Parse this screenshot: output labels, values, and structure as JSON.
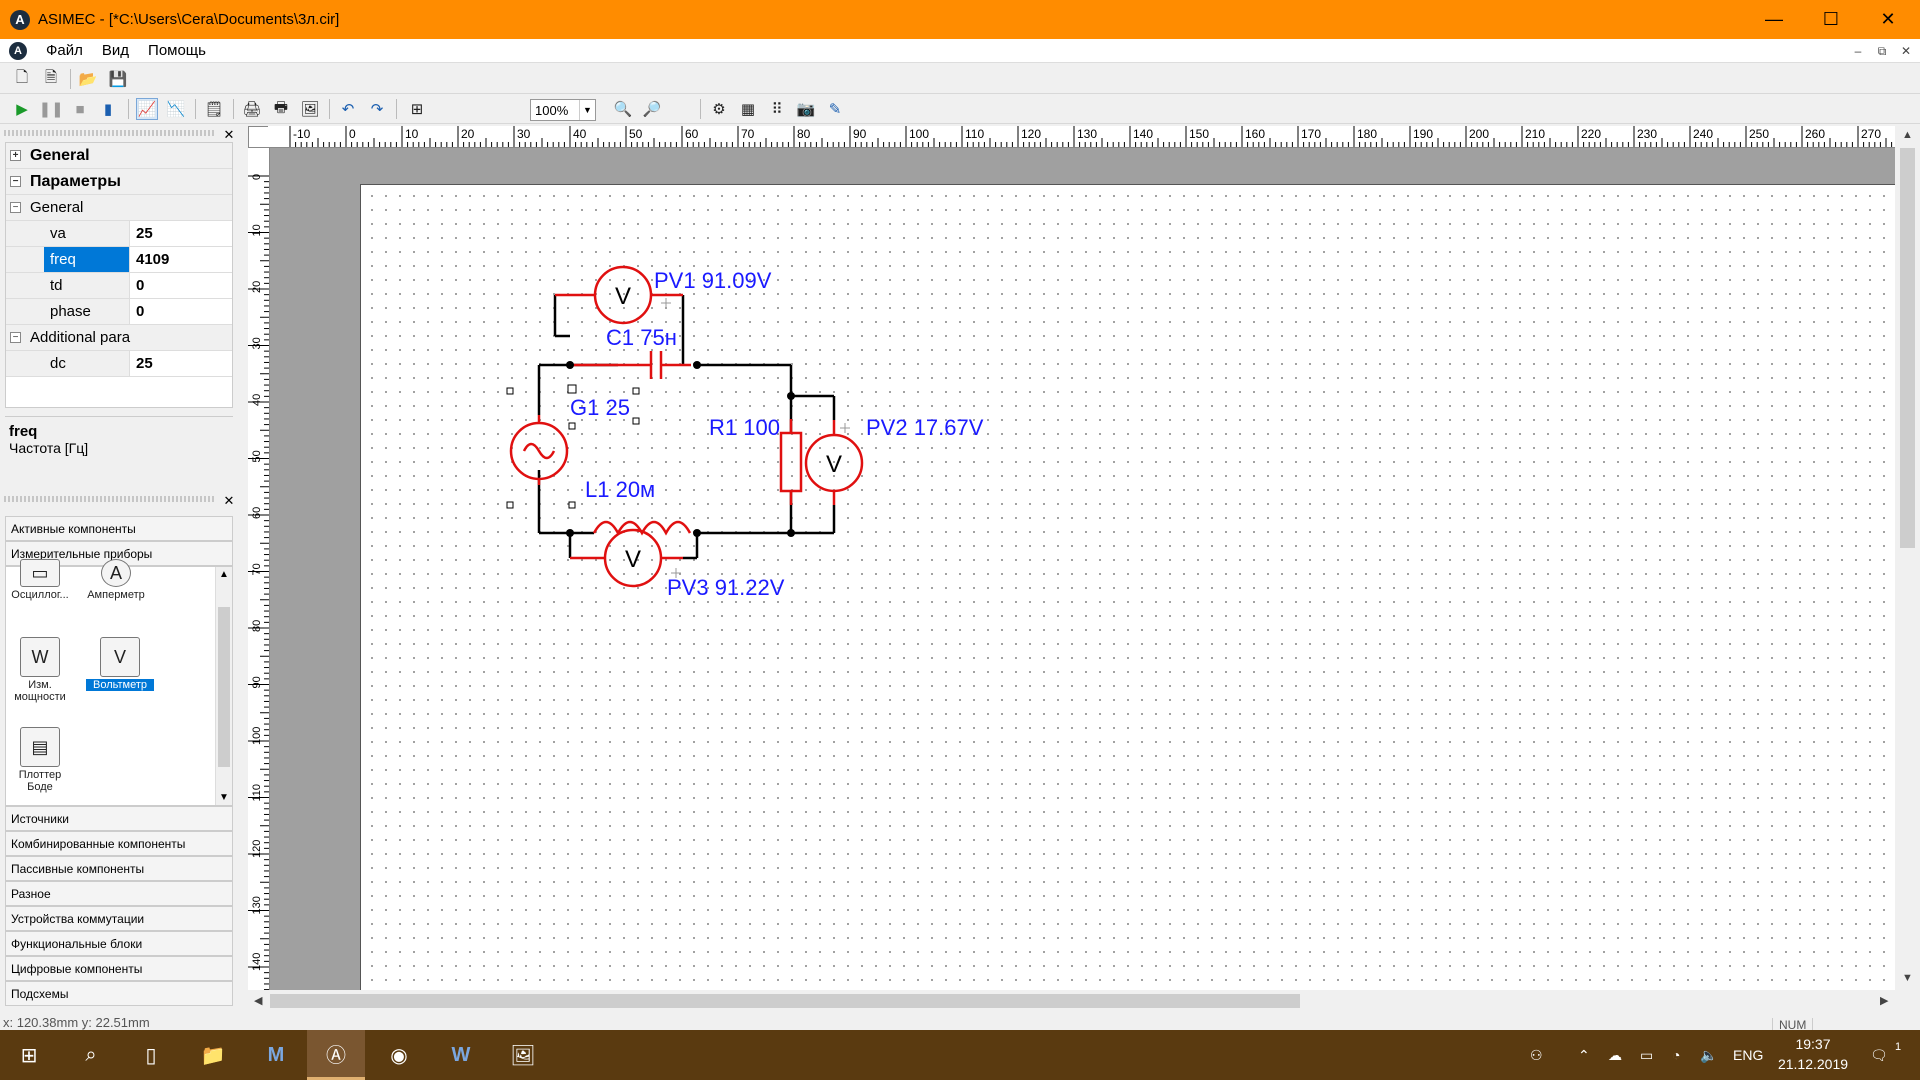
{
  "window": {
    "title": "ASIMEC - [*C:\\Users\\Cera\\Documents\\3л.cir]",
    "minimize": "—",
    "maximize": "☐",
    "close": "✕"
  },
  "menu": {
    "items": [
      "Файл",
      "Вид",
      "Помощь"
    ],
    "mdi_minimize": "–",
    "mdi_restore": "⧉",
    "mdi_close": "✕"
  },
  "toolbar": {
    "zoom_value": "100%"
  },
  "properties": {
    "categories": [
      {
        "label": "General"
      },
      {
        "label": "Параметры"
      }
    ],
    "subgroups": [
      "General",
      "Additional para"
    ],
    "rows": [
      {
        "name": "va",
        "value": "25"
      },
      {
        "name": "freq",
        "value": "4109"
      },
      {
        "name": "td",
        "value": "0"
      },
      {
        "name": "phase",
        "value": "0"
      },
      {
        "name": "dc",
        "value": "25"
      }
    ],
    "description": {
      "name": "freq",
      "text": "Частота [Гц]"
    }
  },
  "library": {
    "headers_top": [
      "Активные компоненты",
      "Измерительные приборы"
    ],
    "items": [
      {
        "label": "Осциллог...",
        "icon": "oscilloscope-icon"
      },
      {
        "label": "Амперметр",
        "icon": "ammeter-icon",
        "glyph": "A"
      },
      {
        "label": "Изм. мощности",
        "icon": "wattmeter-icon",
        "glyph": "W"
      },
      {
        "label": "Вольтметр",
        "icon": "voltmeter-icon",
        "glyph": "V"
      },
      {
        "label": "Плоттер Боде",
        "icon": "bode-plotter-icon"
      }
    ],
    "headers_bottom": [
      "Источники",
      "Комбинированные компоненты",
      "Пассивные компоненты",
      "Разное",
      "Устройства коммутации",
      "Функциональные блоки",
      "Цифровые компоненты",
      "Подсхемы"
    ]
  },
  "rulers": {
    "top": [
      "-10",
      "0",
      "10",
      "20",
      "30",
      "40",
      "50",
      "60",
      "70",
      "80",
      "90",
      "100",
      "110",
      "120",
      "130",
      "140",
      "150",
      "160",
      "170",
      "180",
      "190",
      "200",
      "210",
      "220",
      "230",
      "240",
      "250",
      "260",
      "270"
    ],
    "left": [
      "0",
      "10",
      "20",
      "30",
      "40",
      "50",
      "60",
      "70",
      "80",
      "90",
      "100",
      "110",
      "120",
      "130",
      "140"
    ]
  },
  "schematic": {
    "pv1": "PV1 91.09V",
    "pv2": "PV2 17.67V",
    "pv3": "PV3 91.22V",
    "c1": "C1 75н",
    "g1": "G1 25",
    "r1": "R1 100",
    "l1": "L1 20м",
    "meter_glyph": "V",
    "wire_color": "#000000",
    "component_color": "#e01010",
    "label_color": "#1a1aff"
  },
  "status": {
    "coords": "x: 120.38mm y: 22.51mm",
    "num": "NUM"
  },
  "taskbar": {
    "language": "ENG",
    "time": "19:37",
    "date": "21.12.2019",
    "notification_count": "1"
  }
}
